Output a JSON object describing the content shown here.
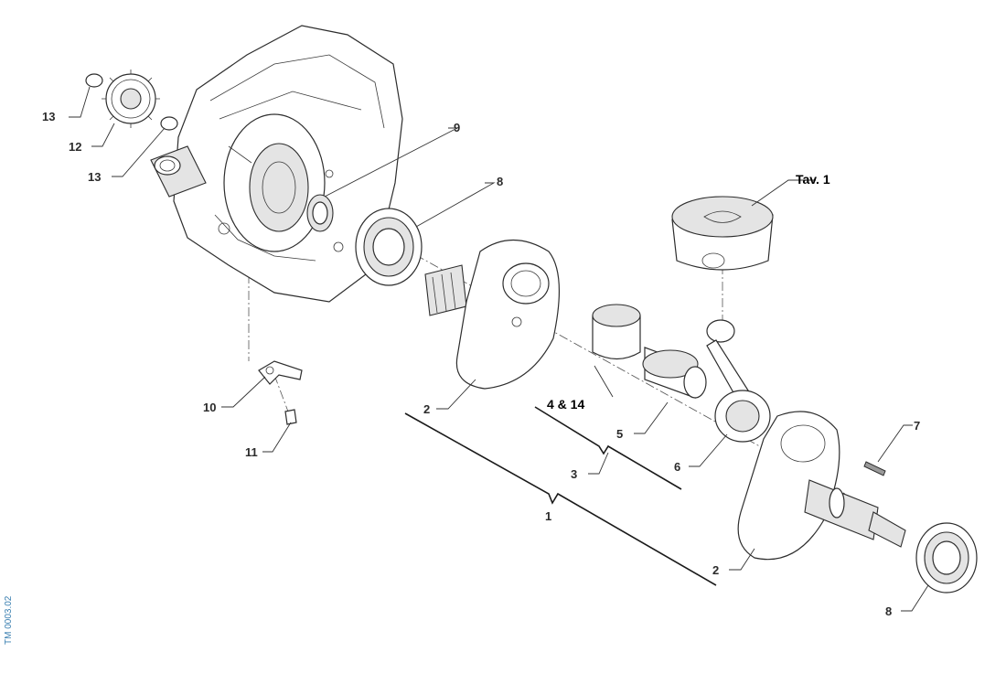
{
  "diagram": {
    "drawing_code": "TM 0003.02",
    "callouts": {
      "c13a": "13",
      "c12": "12",
      "c13b": "13",
      "c9": "9",
      "c8a": "8",
      "tav1": "Tav. 1",
      "c10": "10",
      "c11": "11",
      "c2a": "2",
      "c4_14": "4 & 14",
      "c5": "5",
      "c3": "3",
      "c6": "6",
      "c7": "7",
      "c1": "1",
      "c2b": "2",
      "c8b": "8"
    },
    "parts": [
      "crankcase-half",
      "drive-gear",
      "circlip",
      "oil-seal",
      "main-bearing",
      "crankshaft-half",
      "needle-bearing",
      "crank-pin",
      "connecting-rod",
      "piston",
      "woodruff-key",
      "bracket",
      "screw"
    ],
    "colors": {
      "line": "#2d2d2d",
      "shade": "#e4e4e4",
      "drawing_code": "#3a7fb0"
    }
  }
}
